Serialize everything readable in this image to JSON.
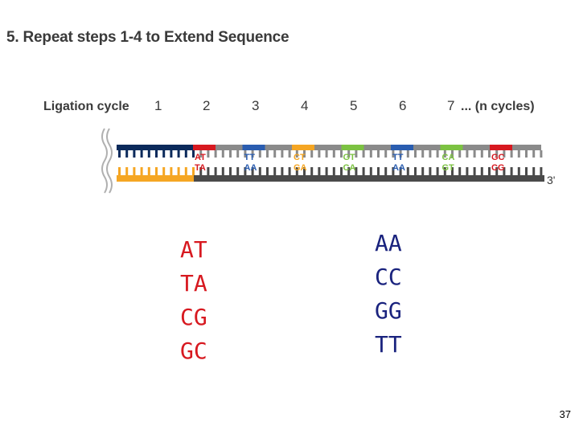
{
  "title": "5. Repeat steps 1-4 to Extend Sequence",
  "ligation_label": "Ligation cycle",
  "cycles": [
    "1",
    "2",
    "3",
    "4",
    "5",
    "6",
    "7"
  ],
  "cycles_suffix": "... (n cycles)",
  "three_prime": "3'",
  "probes": [
    {
      "top": "AT",
      "bottom": "TA",
      "color": "#d71920"
    },
    {
      "top": "TT",
      "bottom": "AA",
      "color": "#2a5db0"
    },
    {
      "top": "CT",
      "bottom": "GA",
      "color": "#f5a623"
    },
    {
      "top": "GT",
      "bottom": "CA",
      "color": "#7cc242"
    },
    {
      "top": "TT",
      "bottom": "AA",
      "color": "#2a5db0"
    },
    {
      "top": "CA",
      "bottom": "GT",
      "color": "#7cc242"
    },
    {
      "top": "GC",
      "bottom": "CG",
      "color": "#d71920"
    }
  ],
  "left_pairs": [
    "AT",
    "TA",
    "CG",
    "GC"
  ],
  "right_pairs": [
    "AA",
    "CC",
    "GG",
    "TT"
  ],
  "colors": {
    "left_text": "#d71920",
    "right_text": "#1a237e",
    "navy": "#0b2a5b",
    "orange": "#f5a623",
    "gray": "#8a8a8a",
    "dark_gray": "#4a4a4a"
  },
  "page_number": "37"
}
